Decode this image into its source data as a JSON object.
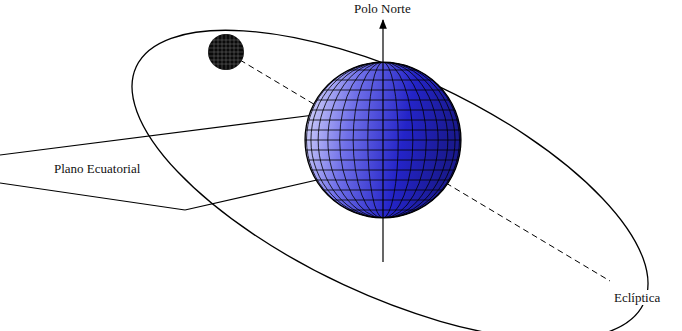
{
  "diagram": {
    "labels": [
      "Polo Norte",
      "Plano Ecuatorial",
      "Eclíptica"
    ]
  }
}
